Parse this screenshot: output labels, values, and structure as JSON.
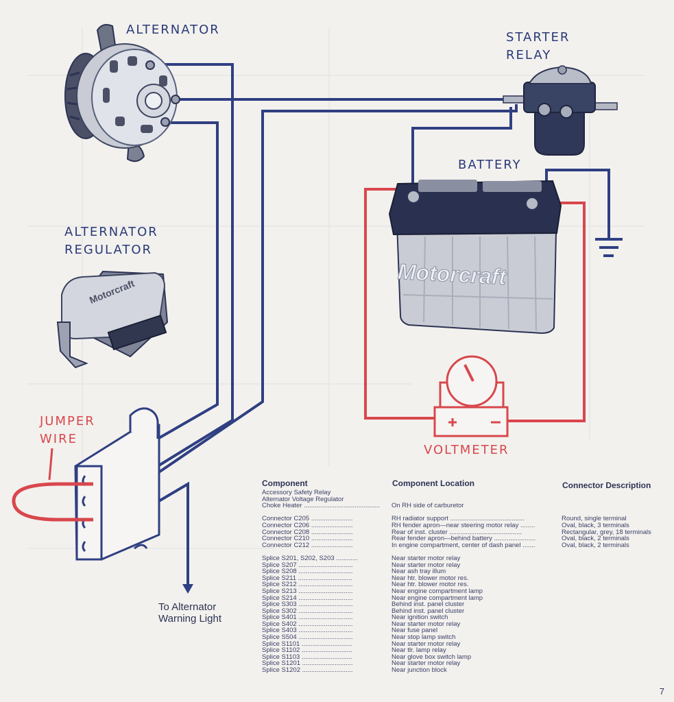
{
  "labels": {
    "alternator": "ALTERNATOR",
    "starter_relay": [
      "STARTER",
      "RELAY"
    ],
    "battery": "BATTERY",
    "regulator": [
      "ALTERNATOR",
      "REGULATOR"
    ],
    "jumper_wire": [
      "JUMPER",
      "WIRE"
    ],
    "voltmeter": "VOLTMETER",
    "warning_light": [
      "To Alternator",
      "Warning Light"
    ],
    "battery_brand": "Motorcraft",
    "regulator_brand": "Motorcraft"
  },
  "colors": {
    "wire_blue": "#2f3f82",
    "wire_red": "#d8474c",
    "ink": "#2c3354"
  },
  "table": {
    "headers": [
      "Component",
      "Component Location",
      "Connector Description"
    ],
    "components": [
      "Accessory Safety Relay",
      "Alternator Voltage Regulator",
      "Choke Heater ..........................................",
      "",
      "Connector C205 .......................",
      "Connector C206 .......................",
      "Connector C208 .......................",
      "Connector C210 .......................",
      "Connector C212 .......................",
      "",
      "Splice S201, S202, S203 ............",
      "Splice S207 ..............................",
      "Splice S208 ..............................",
      "Splice S211 ..............................",
      "Splice S212 ..............................",
      "Splice S213 ..............................",
      "Splice S214 ..............................",
      "Splice S303 ..............................",
      "Splice S302 ..............................",
      "Splice S401 ..............................",
      "Splice S402 ..............................",
      "Splice S403 ..............................",
      "Splice S504 ..............................",
      "Splice S1101 ............................",
      "Splice S1102 ............................",
      "Splice S1103 ............................",
      "Splice S1201 ............................",
      "Splice S1202 ............................"
    ],
    "locations": [
      "",
      "",
      "On RH side of carburetor",
      "",
      "RH radiator support .........................................",
      "RH fender apron—near steering motor relay ........",
      "Rear of inst. cluster ........................................",
      "Rear fender apron—behind battery .......................",
      "In engine compartment, center of dash panel .......",
      "",
      "Near starter motor relay",
      "Near starter motor relay",
      "Near ash tray illum",
      "Near htr. blower motor res.",
      "Near htr. blower motor res.",
      "Near engine compartment lamp",
      "Near engine compartment lamp",
      "Behind inst. panel cluster",
      "Behind inst. panel cluster",
      "Near ignition switch",
      "Near starter motor relay",
      "Near fuse panel",
      "Near stop lamp switch",
      "Near starter motor relay",
      "Near tlr. lamp relay",
      "Near glove box switch lamp",
      "Near starter motor relay",
      "Near junction block"
    ],
    "descriptions": [
      "",
      "",
      "",
      "",
      "Round, single terminal",
      "Oval, black, 3 terminals",
      "Rectangular, grey, 18 terminals",
      "Oval, black, 2 terminals",
      "Oval, black, 2 terminals"
    ]
  },
  "page_number": "7"
}
